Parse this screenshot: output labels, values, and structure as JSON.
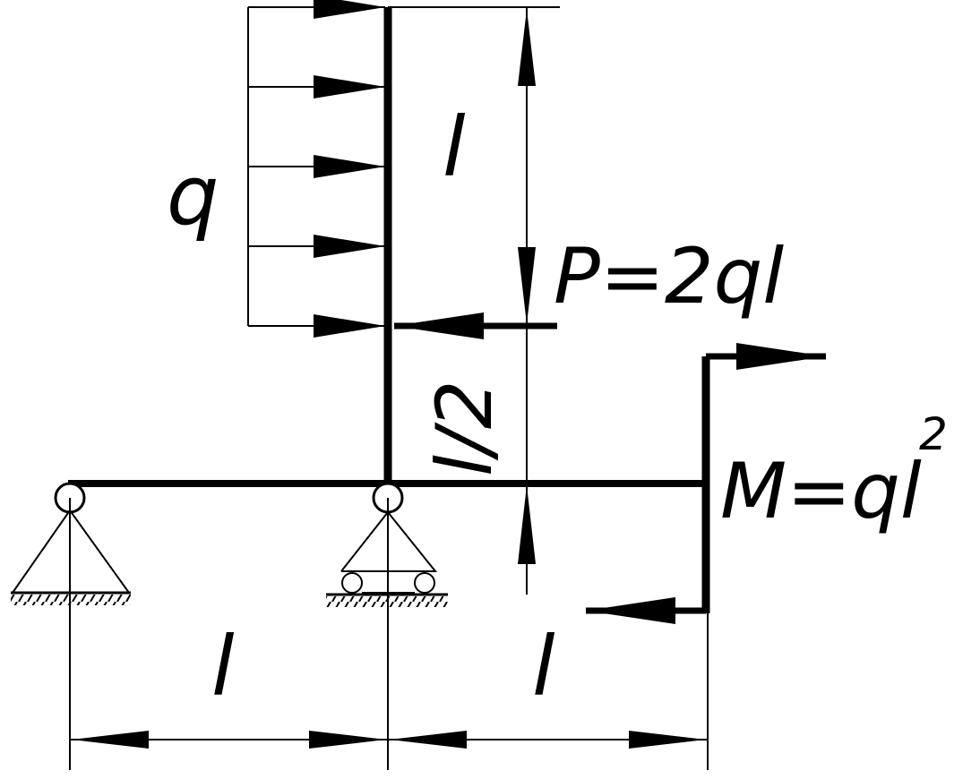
{
  "labels": {
    "distributed_load": "q",
    "vertical_length_upper": "l",
    "vertical_length_lower": "l/2",
    "point_force": "P=2ql",
    "moment_main": "M=ql",
    "moment_power": "2",
    "span_left": "l",
    "span_right": "l"
  },
  "colors": {
    "ink": "#000000",
    "background": "#ffffff"
  }
}
